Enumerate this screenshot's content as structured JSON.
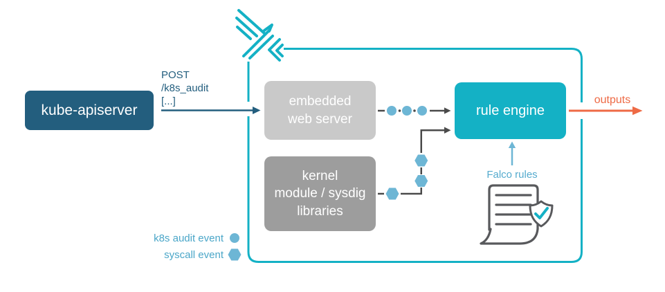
{
  "colors": {
    "teal": "#14b1c5",
    "dark_blue": "#235e7e",
    "light_gray": "#c9c9c9",
    "mid_gray": "#9d9d9d",
    "arrow_gray": "#4a4a4a",
    "event_blue": "#6db6d5",
    "label_blue": "#4aa6c8",
    "orange": "#ee6a45",
    "icon_gray": "#58595c"
  },
  "nodes": {
    "kube_apiserver": "kube-apiserver",
    "embedded_web_server": "embedded\nweb server",
    "kernel_module": "kernel\nmodule / sysdig\nlibraries",
    "rule_engine": "rule engine"
  },
  "labels": {
    "request": "POST\n/k8s_audit\n[...]",
    "outputs": "outputs",
    "falco_rules": "Falco rules"
  },
  "legend": {
    "k8s_audit_event": "k8s audit event",
    "syscall_event": "syscall event"
  },
  "icons": {
    "falco_bird": "falco-bird-logo",
    "rules_document": "rules-document-scroll",
    "shield_check": "shield-with-checkmark",
    "k8s_audit_marker": "blue-circle",
    "syscall_marker": "blue-hexagon"
  }
}
